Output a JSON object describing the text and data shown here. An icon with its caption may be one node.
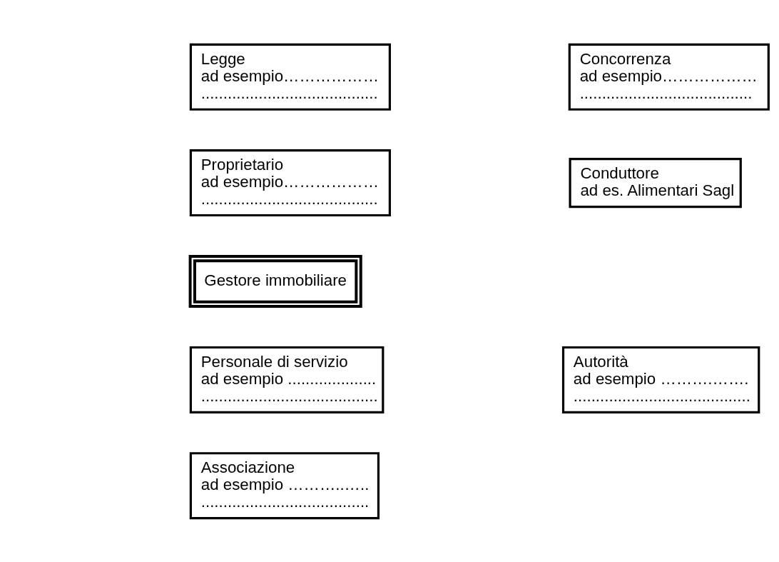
{
  "diagram": {
    "nodes": [
      {
        "text": [
          "Legge",
          "ad esempio……………… ........................................"
        ]
      },
      {
        "text": [
          "Concorrenza",
          "ad esempio……………… ......................................."
        ]
      },
      {
        "text": [
          "Proprietario",
          "ad esempio……………… ........................................"
        ]
      },
      {
        "text": [
          "Conduttore",
          "ad es. Alimentari Sagl"
        ]
      },
      {
        "text": [
          "Gestore immobiliare"
        ]
      },
      {
        "text": [
          "Personale di servizio",
          "ad esempio .................... ........................................"
        ]
      },
      {
        "text": [
          "Autorità",
          "ad esempio ……….……. ........................................"
        ]
      },
      {
        "text": [
          "Associazione",
          "ad esempio ………..….. ......................................"
        ]
      }
    ],
    "edges": []
  }
}
